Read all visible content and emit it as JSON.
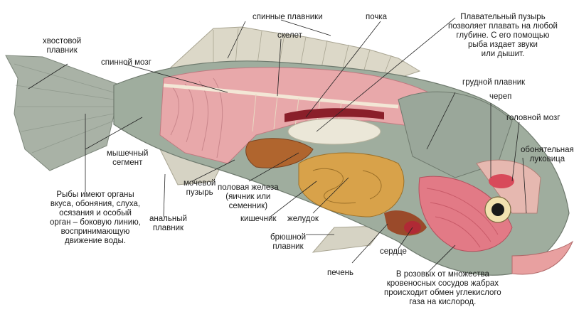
{
  "labels": {
    "tail_fin": "хвостовой\nплавник",
    "spinal_cord": "спинной мозг",
    "dorsal_fins": "спинные плавники",
    "skeleton": "скелет",
    "kidney": "почка",
    "swim_bladder": "Плавательный пузырь\nпозволяет плавать на любой\nглубине. С его помощью\nрыба издает звуки\nили дышит.",
    "pectoral_fin": "грудной плавник",
    "skull": "череп",
    "brain": "головной мозг",
    "olfactory_bulb": "обонятельная\nлуковица",
    "muscle_segment": "мышечный\nсегмент",
    "senses_note": "Рыбы имеют органы\nвкуса, обоняния, слуха,\nосязания и особый\nорган – боковую линию,\nвоспринимающую\nдвижение воды.",
    "anal_fin": "анальный\nплавник",
    "urinary_bladder": "мочевой\nпузырь",
    "gonad": "половая железа\n(яичник или\nсеменник)",
    "intestine": "кишечник",
    "stomach": "желудок",
    "pelvic_fin": "брюшной\nплавник",
    "heart": "сердце",
    "liver": "печень",
    "gills_note": "В розовых от множества\nкровеносных сосудов жабрах\nпроисходит обмен углекислого\nгаза на кислород."
  },
  "colors": {
    "scales": "#9aa79a",
    "flesh": "#e8a5a8",
    "fin": "#d6d3c4",
    "stomach": "#d8a24a",
    "gonad": "#b0652e",
    "liver": "#9a4a2a",
    "gills": "#e27a86",
    "kidney": "#8a1f2a",
    "bladder": "#e9e6d6",
    "eye": "#f2e2b0"
  }
}
